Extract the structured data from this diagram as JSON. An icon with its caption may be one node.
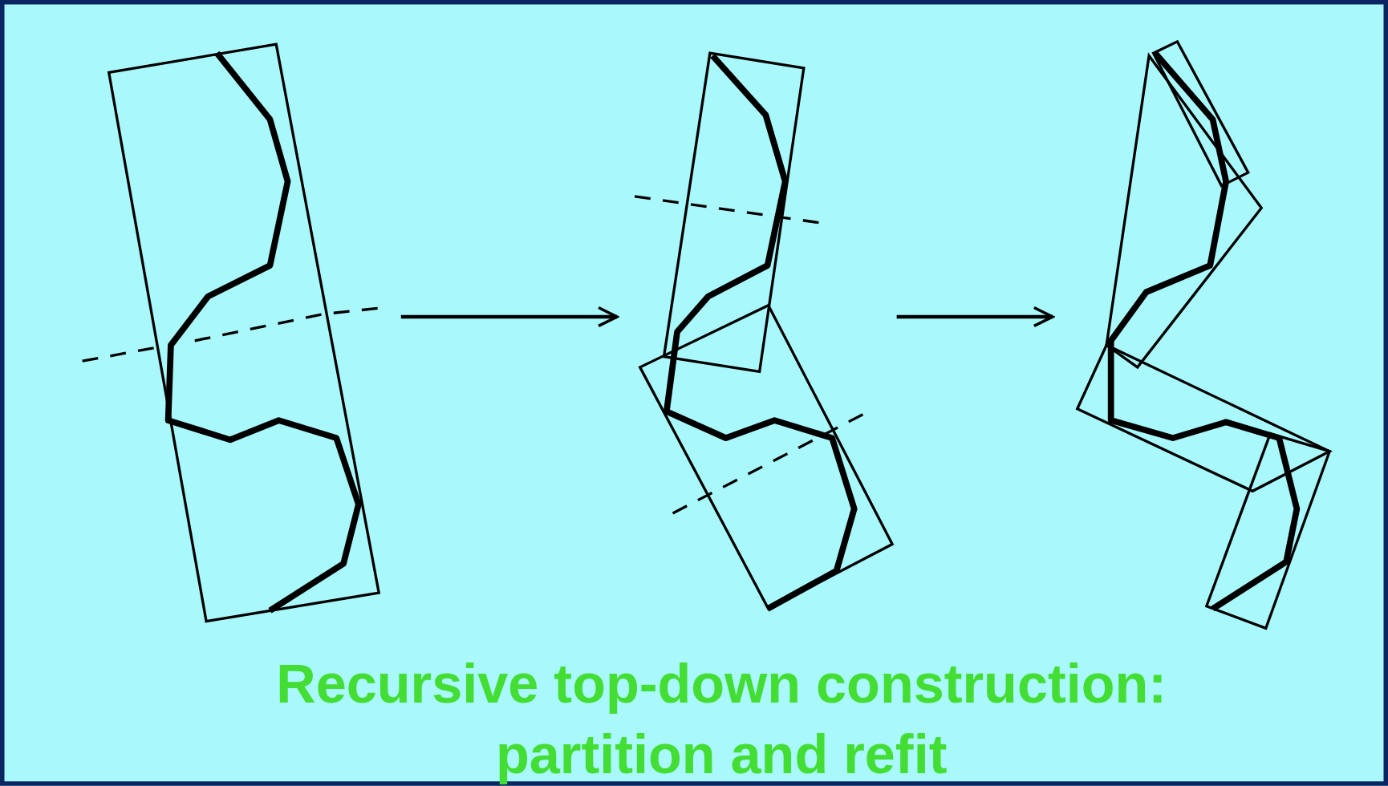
{
  "diagram": {
    "caption": "Recursive top-down construction: partition and refit",
    "nodes": [
      {
        "text": [],
        "shape": "picture"
      },
      {
        "text": [],
        "shape": "picture"
      },
      {
        "text": [],
        "shape": "picture"
      }
    ],
    "edges": [
      {
        "from": 0,
        "to": 1,
        "arrow": "to"
      },
      {
        "from": 1,
        "to": 2,
        "arrow": "to"
      }
    ]
  }
}
